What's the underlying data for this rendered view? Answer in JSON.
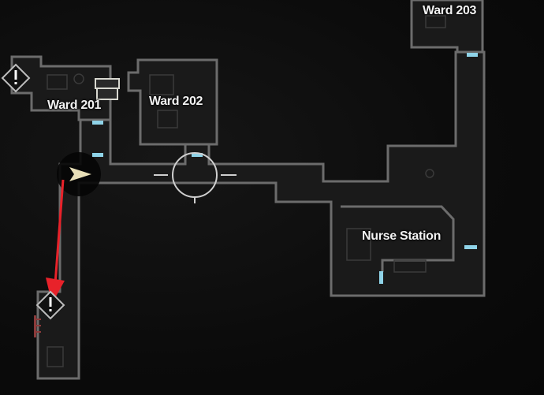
{
  "rooms": {
    "ward_201": "Ward 201",
    "ward_202": "Ward 202",
    "ward_203": "Ward 203",
    "nurse_station": "Nurse Station"
  },
  "colors": {
    "background": "#0a0a0a",
    "floor": "#1a1a1a",
    "wall": "#6c6c6c",
    "door": "#8fd3e8",
    "player_marker": "#e8dfb8",
    "guide_arrow": "#e8222a"
  },
  "icons": [
    "player-arrow-icon",
    "warning-marker-icon",
    "supply-cart-icon",
    "compass-ring-icon",
    "guide-arrow-icon",
    "door-icon"
  ]
}
